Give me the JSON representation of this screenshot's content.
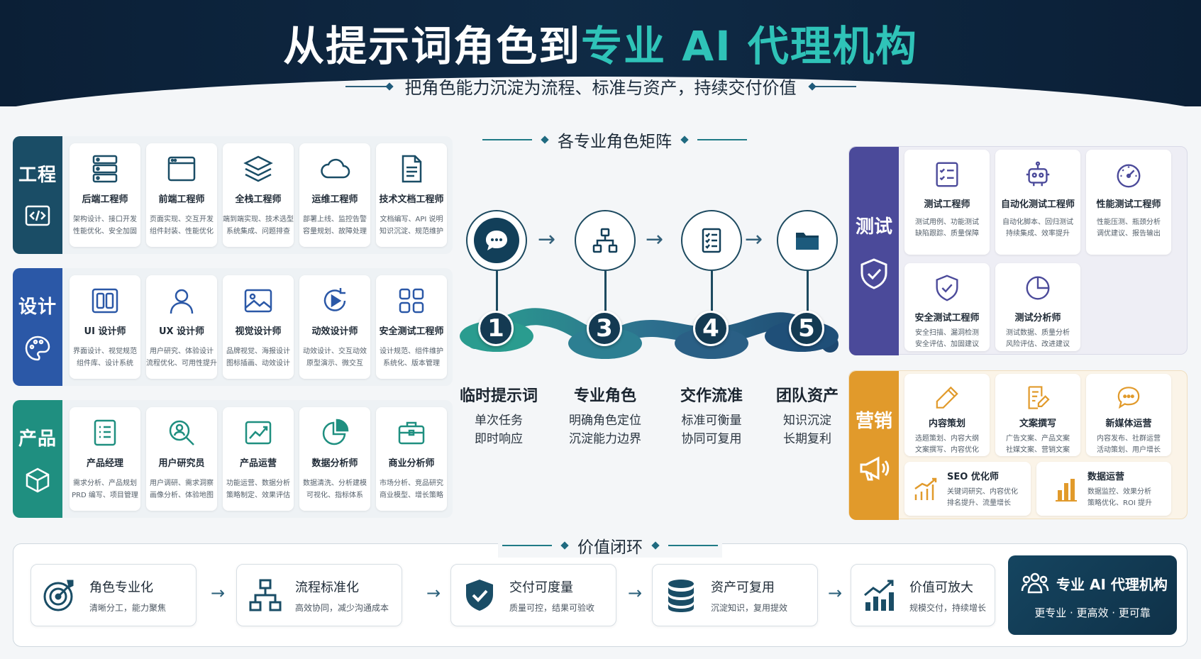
{
  "header": {
    "title_part1": "从提示词角色到",
    "title_part2": "专业 AI 代理机构",
    "subtitle": "把角色能力沉淀为流程、标准与资产，持续交付价值"
  },
  "colors": {
    "engineering": "#1a4d66",
    "design": "#2b58a7",
    "product": "#1f8f80",
    "testing": "#4b4a9a",
    "marketing": "#e19a2b",
    "accent_teal": "#2fc3b8"
  },
  "matrix": {
    "title": "各专业角色矩阵",
    "categories": [
      {
        "label": "工程",
        "icon": "code-icon",
        "roles": [
          {
            "name": "后端工程师",
            "icon": "server-icon",
            "desc1": "架构设计、接口开发",
            "desc2": "性能优化、安全加固"
          },
          {
            "name": "前端工程师",
            "icon": "browser-window-icon",
            "desc1": "页面实现、交互开发",
            "desc2": "组件封装、性能优化"
          },
          {
            "name": "全栈工程师",
            "icon": "layers-icon",
            "desc1": "端到端实现、技术选型",
            "desc2": "系统集成、问题排查"
          },
          {
            "name": "运维工程师",
            "icon": "cloud-icon",
            "desc1": "部署上线、监控告警",
            "desc2": "容量规划、故障处理"
          },
          {
            "name": "技术文档工程师",
            "icon": "document-icon",
            "desc1": "文档编写、API 说明",
            "desc2": "知识沉淀、规范维护"
          }
        ]
      },
      {
        "label": "设计",
        "icon": "palette-icon",
        "roles": [
          {
            "name": "UI 设计师",
            "icon": "ui-layout-icon",
            "desc1": "界面设计、视觉规范",
            "desc2": "组件库、设计系统"
          },
          {
            "name": "UX 设计师",
            "icon": "user-icon",
            "desc1": "用户研究、体验设计",
            "desc2": "流程优化、可用性提升"
          },
          {
            "name": "视觉设计师",
            "icon": "image-icon",
            "desc1": "品牌视觉、海报设计",
            "desc2": "图标插画、动效设计"
          },
          {
            "name": "动效设计师",
            "icon": "play-cycle-icon",
            "desc1": "动效设计、交互动效",
            "desc2": "原型演示、微交互"
          },
          {
            "name": "安全测试工程师",
            "icon": "grid-icon",
            "desc1": "设计规范、组件维护",
            "desc2": "系统化、版本管理"
          }
        ]
      },
      {
        "label": "产品",
        "icon": "box-icon",
        "roles": [
          {
            "name": "产品经理",
            "icon": "list-doc-icon",
            "desc1": "需求分析、产品规划",
            "desc2": "PRD 编写、项目管理"
          },
          {
            "name": "用户研究员",
            "icon": "user-search-icon",
            "desc1": "用户调研、需求洞察",
            "desc2": "画像分析、体验地图"
          },
          {
            "name": "产品运营",
            "icon": "trend-chart-icon",
            "desc1": "功能运营、数据分析",
            "desc2": "策略制定、效果评估"
          },
          {
            "name": "数据分析师",
            "icon": "pie-chart-icon",
            "desc1": "数据清洗、分析建模",
            "desc2": "可视化、指标体系"
          },
          {
            "name": "商业分析师",
            "icon": "briefcase-icon",
            "desc1": "市场分析、竞品研究",
            "desc2": "商业模型、增长策略"
          }
        ]
      }
    ]
  },
  "flow": {
    "steps": [
      {
        "num": "1",
        "name": "临时提示词",
        "desc1": "单次任务",
        "desc2": "即时响应",
        "icon": "chat-bubble-icon"
      },
      {
        "num": "3",
        "name": "专业角色",
        "desc1": "明确角色定位",
        "desc2": "沉淀能力边界",
        "icon": "org-chart-icon"
      },
      {
        "num": "4",
        "name": "交作流准",
        "desc1": "标准可衡量",
        "desc2": "协同可复用",
        "icon": "checklist-icon"
      },
      {
        "num": "5",
        "name": "团队资产",
        "desc1": "知识沉淀",
        "desc2": "长期复利",
        "icon": "folder-icon"
      }
    ]
  },
  "testing": {
    "label": "测试",
    "icon": "shield-check-icon",
    "roles": [
      {
        "name": "测试工程师",
        "icon": "checklist-icon",
        "desc1": "测试用例、功能测试",
        "desc2": "缺陷跟踪、质量保障"
      },
      {
        "name": "自动化测试工程师",
        "icon": "robot-icon",
        "desc1": "自动化脚本、回归测试",
        "desc2": "持续集成、效率提升"
      },
      {
        "name": "性能测试工程师",
        "icon": "gauge-icon",
        "desc1": "性能压测、瓶颈分析",
        "desc2": "调优建议、报告输出"
      },
      {
        "name": "安全测试工程师",
        "icon": "shield-check-icon",
        "desc1": "安全扫描、漏洞检测",
        "desc2": "安全评估、加固建议"
      },
      {
        "name": "测试分析师",
        "icon": "pie-chart-icon",
        "desc1": "测试数据、质量分析",
        "desc2": "风险评估、改进建议"
      }
    ]
  },
  "marketing": {
    "label": "营销",
    "icon": "megaphone-icon",
    "roles": [
      {
        "name": "内容策划",
        "icon": "pen-icon",
        "desc1": "选题策划、内容大纲",
        "desc2": "文案撰写、内容优化"
      },
      {
        "name": "文案撰写",
        "icon": "edit-doc-icon",
        "desc1": "广告文案、产品文案",
        "desc2": "社媒文案、营销文案"
      },
      {
        "name": "新媒体运营",
        "icon": "chat-bubble-icon",
        "desc1": "内容发布、社群运营",
        "desc2": "活动策划、用户增长"
      },
      {
        "name": "SEO 优化师",
        "icon": "bar-trend-icon",
        "desc1": "关键词研究、内容优化",
        "desc2": "排名提升、流量增长"
      },
      {
        "name": "数据运营",
        "icon": "bar-chart-icon",
        "desc1": "数据监控、效果分析",
        "desc2": "策略优化、ROI 提升"
      }
    ]
  },
  "value_loop": {
    "title": "价值闭环",
    "items": [
      {
        "title": "角色专业化",
        "desc": "清晰分工，能力聚焦",
        "icon": "target-icon"
      },
      {
        "title": "流程标准化",
        "desc": "高效协同，减少沟通成本",
        "icon": "flow-chart-icon"
      },
      {
        "title": "交付可度量",
        "desc": "质量可控，结果可验收",
        "icon": "shield-check-icon"
      },
      {
        "title": "资产可复用",
        "desc": "沉淀知识，复用提效",
        "icon": "database-icon"
      },
      {
        "title": "价值可放大",
        "desc": "规模交付，持续增长",
        "icon": "growth-chart-icon"
      }
    ],
    "final_title": "专业 AI 代理机构",
    "final_desc": "更专业 · 更高效 · 更可靠",
    "final_icon": "team-icon"
  }
}
